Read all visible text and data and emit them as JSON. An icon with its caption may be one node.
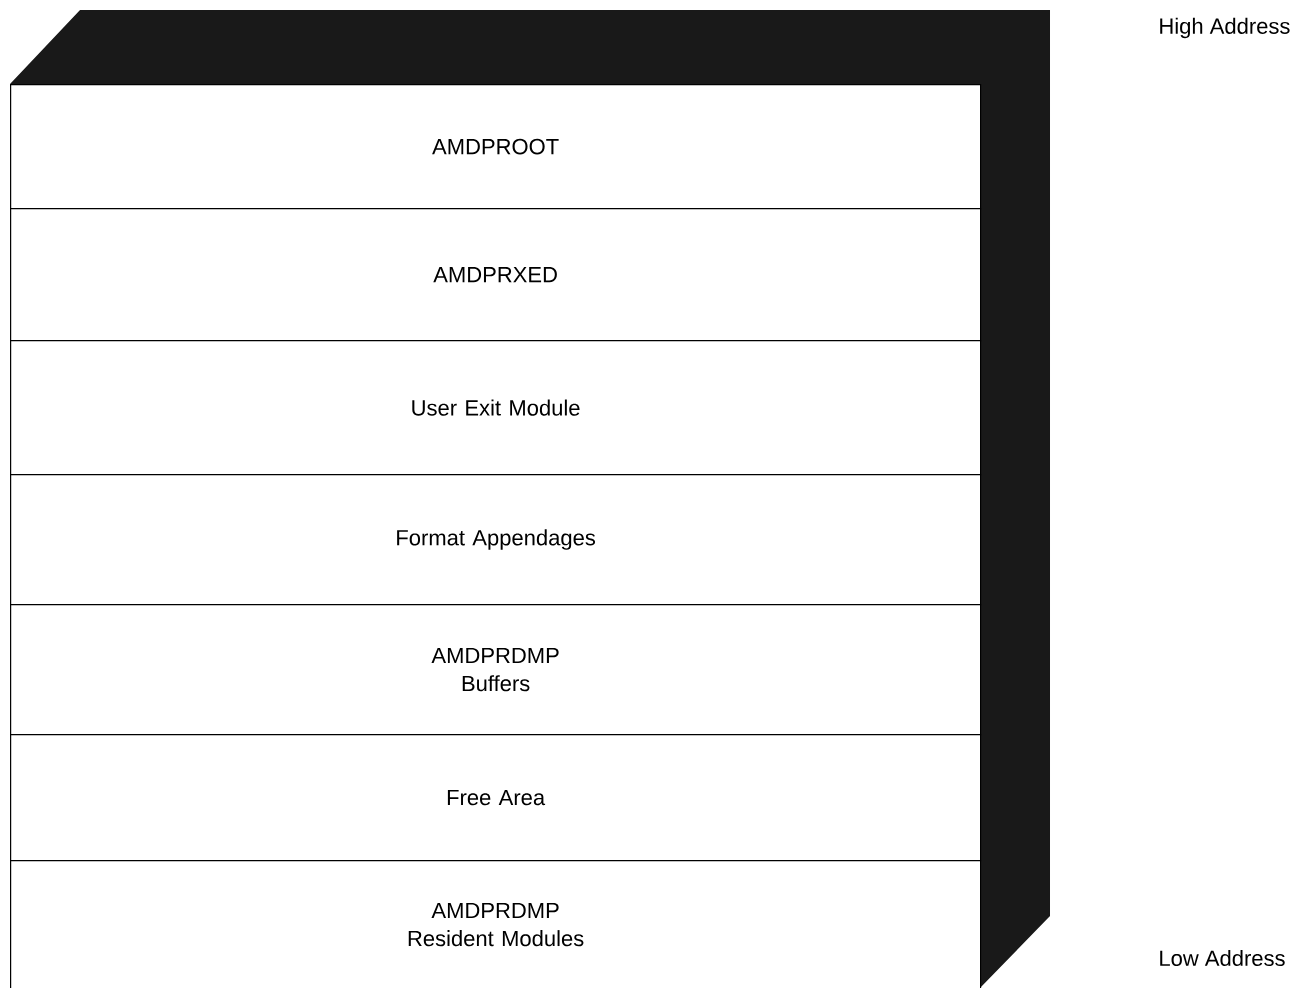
{
  "diagram": {
    "nodes": [
      {
        "text": [
          "AMDPROOT"
        ]
      },
      {
        "text": [
          "AMDPRXED"
        ]
      },
      {
        "text": [
          "User Exit Module"
        ]
      },
      {
        "text": [
          "Format Appendages"
        ]
      },
      {
        "text": [
          "AMDPRDMP Buffers"
        ]
      },
      {
        "text": [
          "Free Area"
        ]
      },
      {
        "text": [
          "AMDPRDMP Resident Modules"
        ]
      }
    ],
    "labels": [
      "High Address",
      "Low Address"
    ]
  }
}
